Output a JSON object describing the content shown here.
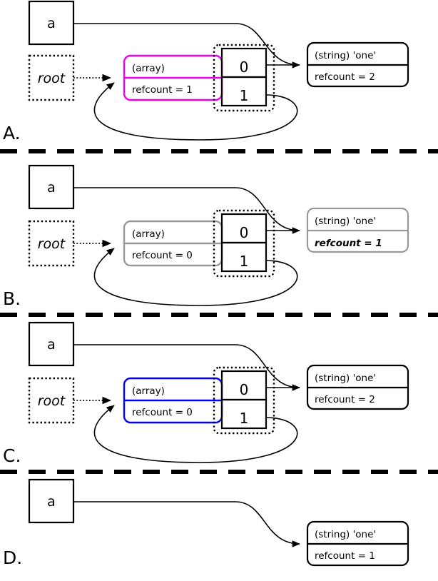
{
  "figure": {
    "title": "PHP reference-counting / garbage-collection states",
    "colors": {
      "magenta": "#ee00ee",
      "blue": "#0000ff",
      "gray": "#999999",
      "black": "#000000",
      "white": "#ffffff"
    }
  },
  "panels": [
    {
      "id": "A",
      "label": "A.",
      "variable_box": {
        "label": "a",
        "style": "solid"
      },
      "root_box": {
        "label": "root",
        "style": "dotted"
      },
      "array_box": {
        "type_label": "(array)",
        "refcount_label": "refcount = 1",
        "color": "#ee00ee",
        "emphasis": "none"
      },
      "slots": [
        {
          "index": "0"
        },
        {
          "index": "1"
        }
      ],
      "string_box": {
        "type_label": "(string) 'one'",
        "refcount_label": "refcount = 2",
        "color": "#000000",
        "emphasis": "none"
      },
      "edges": [
        {
          "from": "a",
          "to": "string",
          "style": "solid-arrow"
        },
        {
          "from": "root",
          "to": "array",
          "style": "dotted-arrow"
        },
        {
          "from": "slot-0",
          "to": "string",
          "style": "solid-arrow"
        },
        {
          "from": "slot-1",
          "to": "array",
          "style": "solid-arrow-loop"
        }
      ]
    },
    {
      "id": "B",
      "label": "B.",
      "variable_box": {
        "label": "a",
        "style": "solid"
      },
      "root_box": {
        "label": "root",
        "style": "dotted"
      },
      "array_box": {
        "type_label": "(array)",
        "refcount_label": "refcount = 0",
        "color": "#999999",
        "emphasis": "none"
      },
      "slots": [
        {
          "index": "0"
        },
        {
          "index": "1"
        }
      ],
      "string_box": {
        "type_label": "(string) 'one'",
        "refcount_label": "refcount = 1",
        "color": "#999999",
        "emphasis": "bold-italic"
      },
      "edges": [
        {
          "from": "a",
          "to": "string",
          "style": "solid-arrow"
        },
        {
          "from": "root",
          "to": "array",
          "style": "dotted-arrow"
        },
        {
          "from": "slot-0",
          "to": "string",
          "style": "solid-arrow"
        },
        {
          "from": "slot-1",
          "to": "array",
          "style": "solid-arrow-loop"
        }
      ]
    },
    {
      "id": "C",
      "label": "C.",
      "variable_box": {
        "label": "a",
        "style": "solid"
      },
      "root_box": {
        "label": "root",
        "style": "dotted"
      },
      "array_box": {
        "type_label": "(array)",
        "refcount_label": "refcount = 0",
        "color": "#0000ff",
        "emphasis": "none"
      },
      "slots": [
        {
          "index": "0"
        },
        {
          "index": "1"
        }
      ],
      "string_box": {
        "type_label": "(string) 'one'",
        "refcount_label": "refcount = 2",
        "color": "#000000",
        "emphasis": "none"
      },
      "edges": [
        {
          "from": "a",
          "to": "string",
          "style": "solid-arrow"
        },
        {
          "from": "root",
          "to": "array",
          "style": "dotted-arrow"
        },
        {
          "from": "slot-0",
          "to": "string",
          "style": "solid-arrow"
        },
        {
          "from": "slot-1",
          "to": "array",
          "style": "solid-arrow-loop"
        }
      ]
    },
    {
      "id": "D",
      "label": "D.",
      "variable_box": {
        "label": "a",
        "style": "solid"
      },
      "root_box": null,
      "array_box": null,
      "slots": [],
      "string_box": {
        "type_label": "(string) 'one'",
        "refcount_label": "refcount = 1",
        "color": "#000000",
        "emphasis": "none"
      },
      "edges": [
        {
          "from": "a",
          "to": "string",
          "style": "solid-arrow"
        }
      ]
    }
  ]
}
